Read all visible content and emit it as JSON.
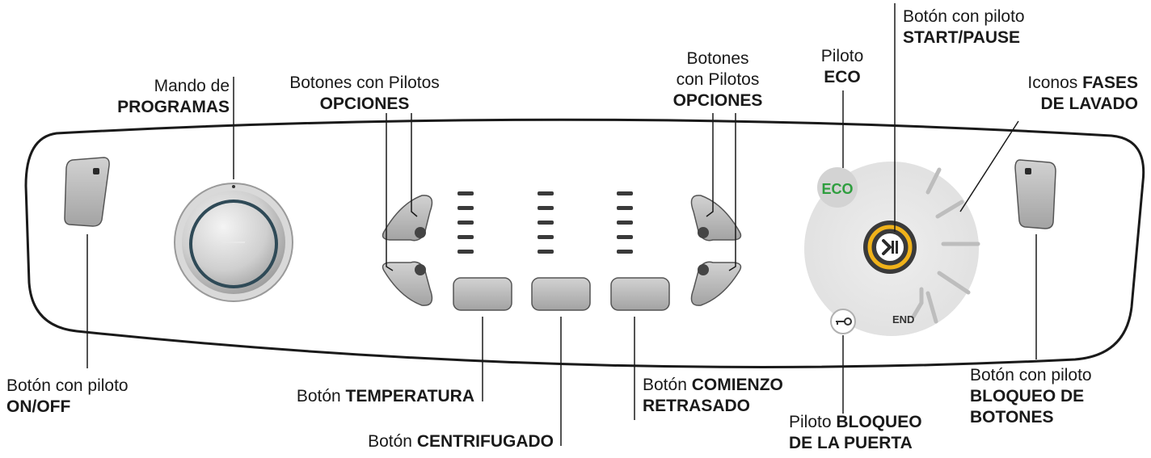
{
  "panel_labels": {
    "eco": "ECO",
    "end": "END"
  },
  "callouts": {
    "programas": {
      "normal": "Mando de",
      "bold": "PROGRAMAS"
    },
    "opciones_left": {
      "normal": "Botones con Pilotos",
      "bold": "OPCIONES"
    },
    "opciones_right": {
      "normal1": "Botones",
      "normal2": "con Pilotos",
      "bold": "OPCIONES"
    },
    "eco": {
      "normal": "Piloto",
      "bold": "ECO"
    },
    "start_pause": {
      "normal": "Botón con piloto",
      "bold": "START/PAUSE"
    },
    "fases": {
      "normal": "Iconos ",
      "bold1": "FASES",
      "bold2": "DE LAVADO"
    },
    "on_off": {
      "normal": "Botón con piloto",
      "bold": "ON/OFF"
    },
    "temperatura": {
      "normal": "Botón ",
      "bold": "TEMPERATURA"
    },
    "centrifugado": {
      "normal": "Botón ",
      "bold": "CENTRIFUGADO"
    },
    "comienzo": {
      "normal": "Botón ",
      "bold1": "COMIENZO",
      "bold2": "RETRASADO"
    },
    "bloqueo_puerta": {
      "normal": "Piloto ",
      "bold1": "BLOQUEO",
      "bold2": "DE LA PUERTA"
    },
    "bloqueo_botones": {
      "normal": "Botón con piloto",
      "bold1": "BLOQUEO DE",
      "bold2": "BOTONES"
    }
  },
  "colors": {
    "eco_green": "#2e9e3e",
    "start_ring": "#f0b21a",
    "button_gray": "#b4b4b4"
  }
}
